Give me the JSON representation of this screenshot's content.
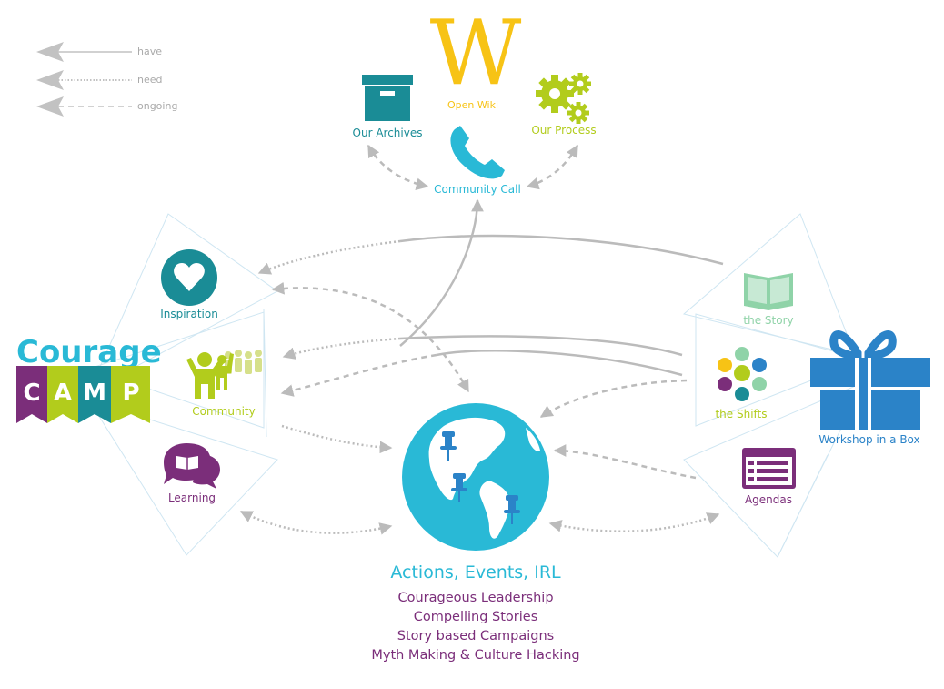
{
  "colors": {
    "teal": "#1a8c96",
    "yellow": "#f7c315",
    "lime": "#b2cc1c",
    "cyan": "#29b9d6",
    "purple": "#7b2e7a",
    "mint": "#8fd3a8",
    "blue": "#2b83c8",
    "gray_arrow": "#bbbbbb",
    "triangle_line": "#cfe6f2"
  },
  "legend": {
    "have": "have",
    "need": "need",
    "ongoing": "ongoing"
  },
  "top": {
    "wiki_letter": "W",
    "open_wiki": "Open Wiki",
    "archives": "Our Archives",
    "process": "Our Process",
    "community_call": "Community Call"
  },
  "left": {
    "inspiration": "Inspiration",
    "community": "Community",
    "learning": "Learning",
    "logo_line1": "Courage",
    "logo_letters": [
      "C",
      "A",
      "M",
      "P"
    ]
  },
  "right": {
    "story": "the Story",
    "shifts": "the Shifts",
    "agendas": "Agendas",
    "workshop": "Workshop in a Box"
  },
  "center": {
    "title": "Actions, Events, IRL",
    "items": [
      "Courageous Leadership",
      "Compelling Stories",
      "Story based Campaigns",
      "Myth Making & Culture Hacking"
    ]
  },
  "icons": {
    "archives": "archive-box-icon",
    "wiki": "wikipedia-w-icon",
    "process": "gears-icon",
    "call": "phone-icon",
    "inspiration": "heart-icon",
    "community": "people-icon",
    "learning": "book-chat-icon",
    "story": "open-book-icon",
    "shifts": "shifts-hexagon-icon",
    "agendas": "list-window-icon",
    "workshop": "gift-box-icon",
    "globe": "globe-pins-icon"
  }
}
